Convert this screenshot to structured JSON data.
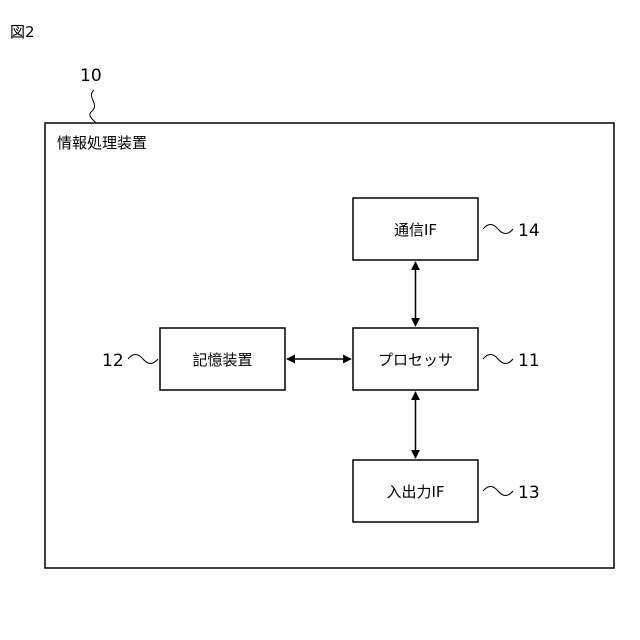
{
  "figure_label": "図2",
  "outer_box": {
    "ref": "10",
    "label": "情報処理装置"
  },
  "blocks": {
    "comm_if": {
      "label": "通信IF",
      "ref": "14"
    },
    "processor": {
      "label": "プロセッサ",
      "ref": "11"
    },
    "storage": {
      "label": "記憶装置",
      "ref": "12"
    },
    "io_if": {
      "label": "入出力IF",
      "ref": "13"
    }
  },
  "connections": [
    {
      "from": "processor",
      "to": "comm_if",
      "bidirectional": true
    },
    {
      "from": "processor",
      "to": "storage",
      "bidirectional": true
    },
    {
      "from": "processor",
      "to": "io_if",
      "bidirectional": true
    }
  ],
  "colors": {
    "line": "#000000",
    "background": "#ffffff"
  }
}
